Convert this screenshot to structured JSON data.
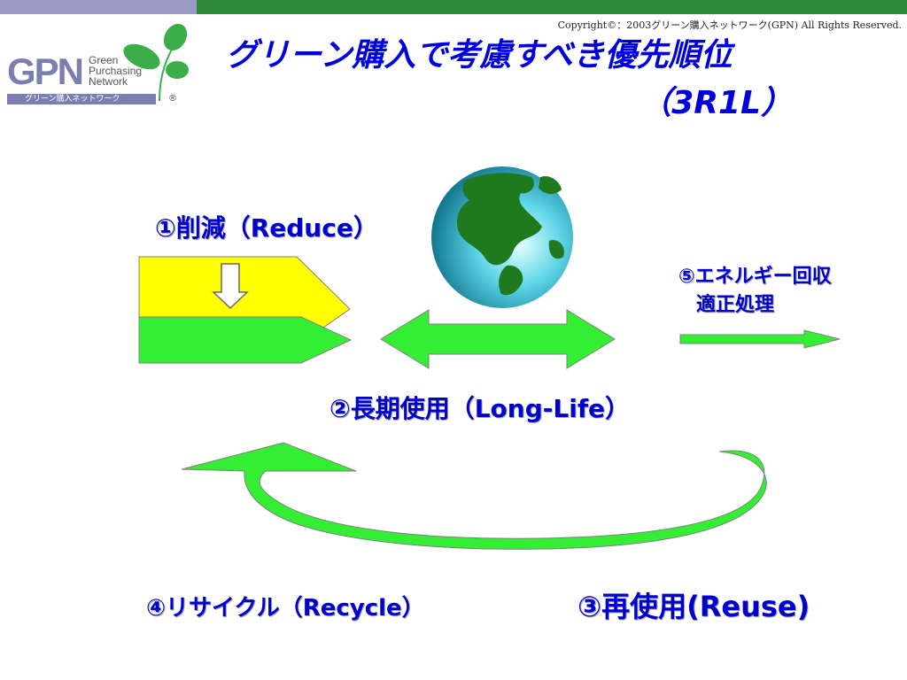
{
  "copyright": "Copyright©：2003グリーン購入ネットワーク(GPN) All Rights Reserved.",
  "title": {
    "main": "グリーン購入で考慮すべき優先順位",
    "sub": "（3R1L）"
  },
  "logo": {
    "mark": "GPN",
    "words": [
      "Green",
      "Purchasing",
      "Network"
    ],
    "band": "グリーン購入ネットワーク",
    "registered": "®"
  },
  "labels": {
    "reduce": "①削減（Reduce）",
    "long_life": "②長期使用（Long-Life）",
    "reuse": "③再使用(Reuse)",
    "recycle": "④リサイクル（Recycle）",
    "energy_line1": "⑤エネルギー回収",
    "energy_line2": "適正処理"
  },
  "colors": {
    "title_text": "#0000dd",
    "label_text": "#0000cc",
    "arrow_green": "#33ee33",
    "yellow_block": "#ffff00",
    "top_bar_left": "#9a9ac4",
    "top_bar_right": "#2e8b3c"
  }
}
